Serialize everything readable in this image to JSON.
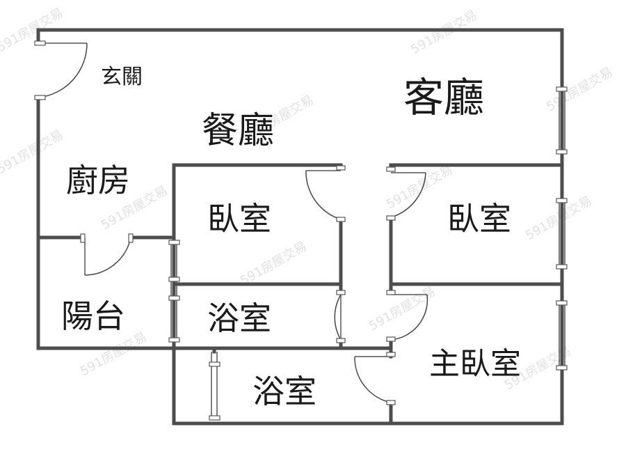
{
  "floor_plan": {
    "rooms": {
      "entrance": "玄關",
      "living_room": "客廳",
      "dining_room": "餐廳",
      "kitchen": "廚房",
      "bedroom_1": "臥室",
      "bedroom_2": "臥室",
      "balcony": "陽台",
      "bathroom_1": "浴室",
      "bathroom_2": "浴室",
      "master_bedroom": "主臥室"
    },
    "watermark": "591房屋交易",
    "colors": {
      "wall": "#4d4d4d",
      "text": "#1a1a1a",
      "watermark": "#c9c9c9",
      "background": "#ffffff"
    }
  }
}
